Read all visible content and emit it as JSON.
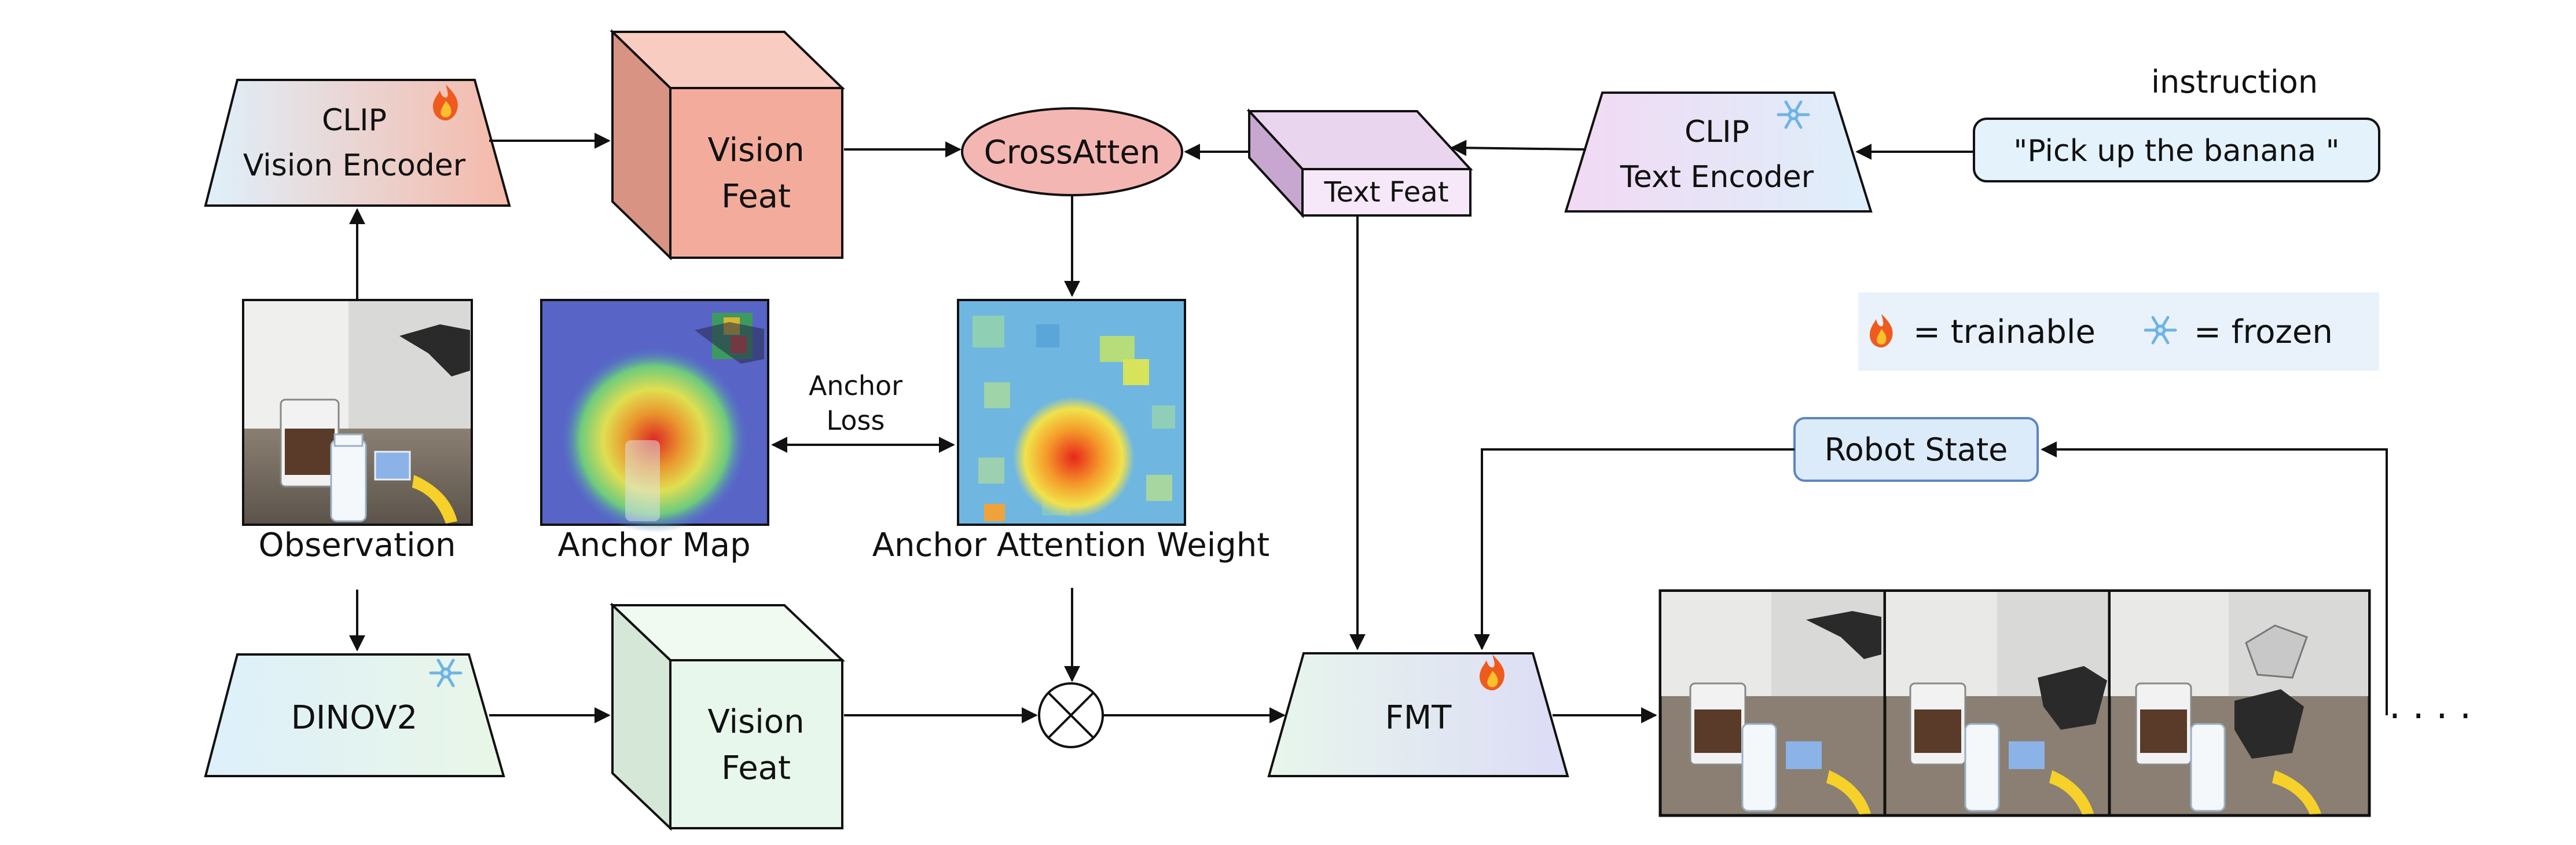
{
  "encoders": {
    "clip_vision": {
      "line1": "CLIP",
      "line2": "Vision Encoder",
      "icon": "fire-icon"
    },
    "clip_text": {
      "line1": "CLIP",
      "line2": "Text Encoder",
      "icon": "snowflake-icon"
    },
    "dinov2": {
      "label": "DINOV2",
      "icon": "snowflake-icon"
    },
    "fmt": {
      "label": "FMT",
      "icon": "fire-icon"
    }
  },
  "features": {
    "vision_top": {
      "line1": "Vision",
      "line2": "Feat"
    },
    "vision_bottom": {
      "line1": "Vision",
      "line2": "Feat"
    },
    "text": {
      "label": "Text Feat"
    }
  },
  "cross_atten": {
    "label": "CrossAtten"
  },
  "instruction": {
    "title": "instruction",
    "text": "\"Pick up the banana \""
  },
  "legend": {
    "trainable": "= trainable",
    "frozen": "= frozen"
  },
  "robot_state": {
    "label": "Robot State"
  },
  "images": {
    "observation": "Observation",
    "anchor_map": "Anchor Map",
    "anchor_attention": "Anchor Attention Weight"
  },
  "anchor_loss": {
    "line1": "Anchor",
    "line2": "Loss"
  },
  "ellipsis": ". . . .",
  "colors": {
    "vision_feat_top": "#f1b3a3",
    "vision_feat_bottom": "#e6f5e9",
    "cross_atten": "#f4b3b0",
    "text_feat": "#e9d3ef",
    "robot_state": "#dcebfa",
    "legend_bg": "#e9f2fb"
  }
}
